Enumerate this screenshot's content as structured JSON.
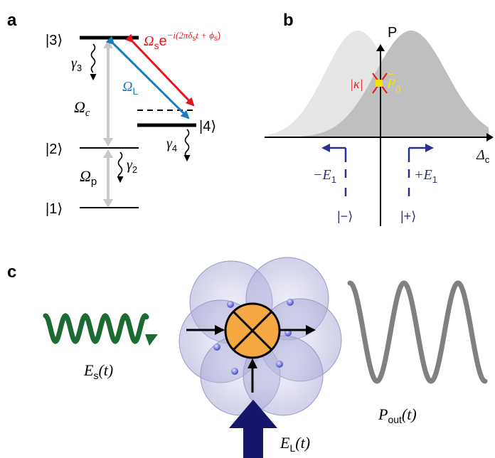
{
  "panels": {
    "a": {
      "letter": "a",
      "levels": [
        "|1⟩",
        "|2⟩",
        "|3⟩",
        "|4⟩"
      ],
      "decays": {
        "g3": "γ",
        "g3_sub": "3",
        "g4": "γ",
        "g4_sub": "4",
        "g2": "γ",
        "g2_sub": "2"
      },
      "couplings": {
        "omega_c": "Ω",
        "omega_c_sub": "c",
        "omega_p": "Ω",
        "omega_p_sub": "p",
        "omega_L": "Ω",
        "omega_L_sub": "L",
        "omega_s": "Ω",
        "omega_s_sub": "s",
        "omega_s_exp_e": "e",
        "omega_s_exponent": "−i(2πδ",
        "omega_s_exponent_sub": "s",
        "omega_s_exponent_mid": "t + ϕ",
        "omega_s_exponent_sub2": "s",
        "omega_s_exponent_end": ")"
      },
      "colors": {
        "red": "#e8141c",
        "blue": "#1b7ec2",
        "gray": "#c8c8c8"
      }
    },
    "b": {
      "letter": "b",
      "yaxis": "P",
      "xaxis": "Δ",
      "xaxis_sub": "c",
      "kappa": "|κ|",
      "p0": "P",
      "p0_sub": "0",
      "minus_e1": "−E",
      "minus_e1_sub": "1",
      "plus_e1": "+E",
      "plus_e1_sub": "1",
      "state_minus": "|−⟩",
      "state_plus": "|+⟩",
      "colors": {
        "light": "#e6e6e6",
        "dark": "#bfbfbf",
        "navy": "#2b2f8f",
        "yellow": "#f5e400"
      }
    },
    "c": {
      "letter": "c",
      "input_label": "E",
      "input_sub": "s",
      "input_arg": "(t)",
      "laser_label": "E",
      "laser_sub": "L",
      "laser_arg": "(t)",
      "output_label": "P",
      "output_sub": "out",
      "output_arg": "(t)",
      "colors": {
        "green": "#1b6b32",
        "orange": "#f5a742",
        "navy": "#15166b",
        "gray": "#808080"
      }
    }
  }
}
